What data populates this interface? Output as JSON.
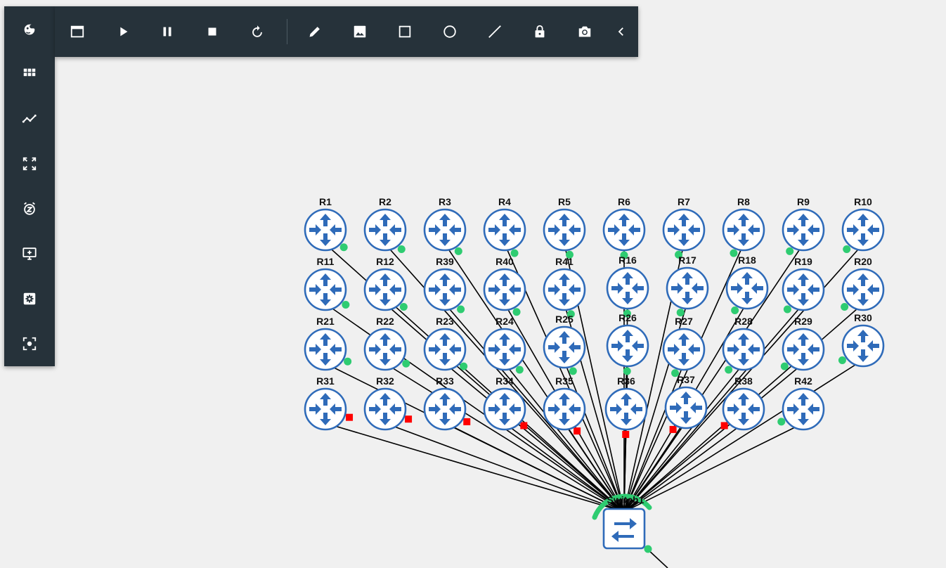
{
  "sidebar": {
    "items": [
      {
        "name": "chameleon-logo-icon",
        "icon": "chameleon"
      },
      {
        "name": "grid-icon",
        "icon": "grid"
      },
      {
        "name": "trend-line-icon",
        "icon": "trend"
      },
      {
        "name": "fit-screen-icon",
        "icon": "fit"
      },
      {
        "name": "snooze-alarm-icon",
        "icon": "snooze"
      },
      {
        "name": "add-to-screen-icon",
        "icon": "monitor-add"
      },
      {
        "name": "settings-box-icon",
        "icon": "settings-box"
      },
      {
        "name": "center-focus-icon",
        "icon": "focus"
      }
    ]
  },
  "toolbar": {
    "items": [
      {
        "name": "console-window-icon",
        "icon": "window"
      },
      {
        "name": "start-all-icon",
        "icon": "play"
      },
      {
        "name": "suspend-all-icon",
        "icon": "pause"
      },
      {
        "name": "stop-all-icon",
        "icon": "stop"
      },
      {
        "name": "reload-all-icon",
        "icon": "reload"
      },
      {
        "name": "draw-pencil-icon",
        "icon": "pencil"
      },
      {
        "name": "insert-image-icon",
        "icon": "image"
      },
      {
        "name": "draw-rectangle-icon",
        "icon": "rect"
      },
      {
        "name": "draw-ellipse-icon",
        "icon": "circle"
      },
      {
        "name": "draw-line-icon",
        "icon": "line"
      },
      {
        "name": "lock-items-icon",
        "icon": "lock"
      },
      {
        "name": "screenshot-icon",
        "icon": "camera"
      },
      {
        "name": "collapse-toolbar-icon",
        "icon": "chevron-left"
      }
    ]
  },
  "colors": {
    "panel": "#26323a",
    "canvas": "#f0f0f0",
    "router": "#2f6bb9",
    "link": "#000000",
    "status_up": "#2ecc71",
    "status_down": "#ff0000"
  },
  "topology": {
    "switch": {
      "label": "Switch1"
    },
    "routers": [
      {
        "label": "R1"
      },
      {
        "label": "R2"
      },
      {
        "label": "R3"
      },
      {
        "label": "R4"
      },
      {
        "label": "R5"
      },
      {
        "label": "R6"
      },
      {
        "label": "R7"
      },
      {
        "label": "R8"
      },
      {
        "label": "R9"
      },
      {
        "label": "R10"
      },
      {
        "label": "R11"
      },
      {
        "label": "R12"
      },
      {
        "label": "R39"
      },
      {
        "label": "R40"
      },
      {
        "label": "R41"
      },
      {
        "label": "R16"
      },
      {
        "label": "R17"
      },
      {
        "label": "R18"
      },
      {
        "label": "R19"
      },
      {
        "label": "R20"
      },
      {
        "label": "R21"
      },
      {
        "label": "R22"
      },
      {
        "label": "R23"
      },
      {
        "label": "R24"
      },
      {
        "label": "R25"
      },
      {
        "label": "R26"
      },
      {
        "label": "R27"
      },
      {
        "label": "R28"
      },
      {
        "label": "R29"
      },
      {
        "label": "R30"
      },
      {
        "label": "R31",
        "status": "down"
      },
      {
        "label": "R32",
        "status": "down"
      },
      {
        "label": "R33",
        "status": "down"
      },
      {
        "label": "R34",
        "status": "down"
      },
      {
        "label": "R35",
        "status": "down"
      },
      {
        "label": "R36",
        "status": "down"
      },
      {
        "label": "R37",
        "status": "down"
      },
      {
        "label": "R38",
        "status": "down"
      },
      {
        "label": "R42"
      }
    ]
  }
}
